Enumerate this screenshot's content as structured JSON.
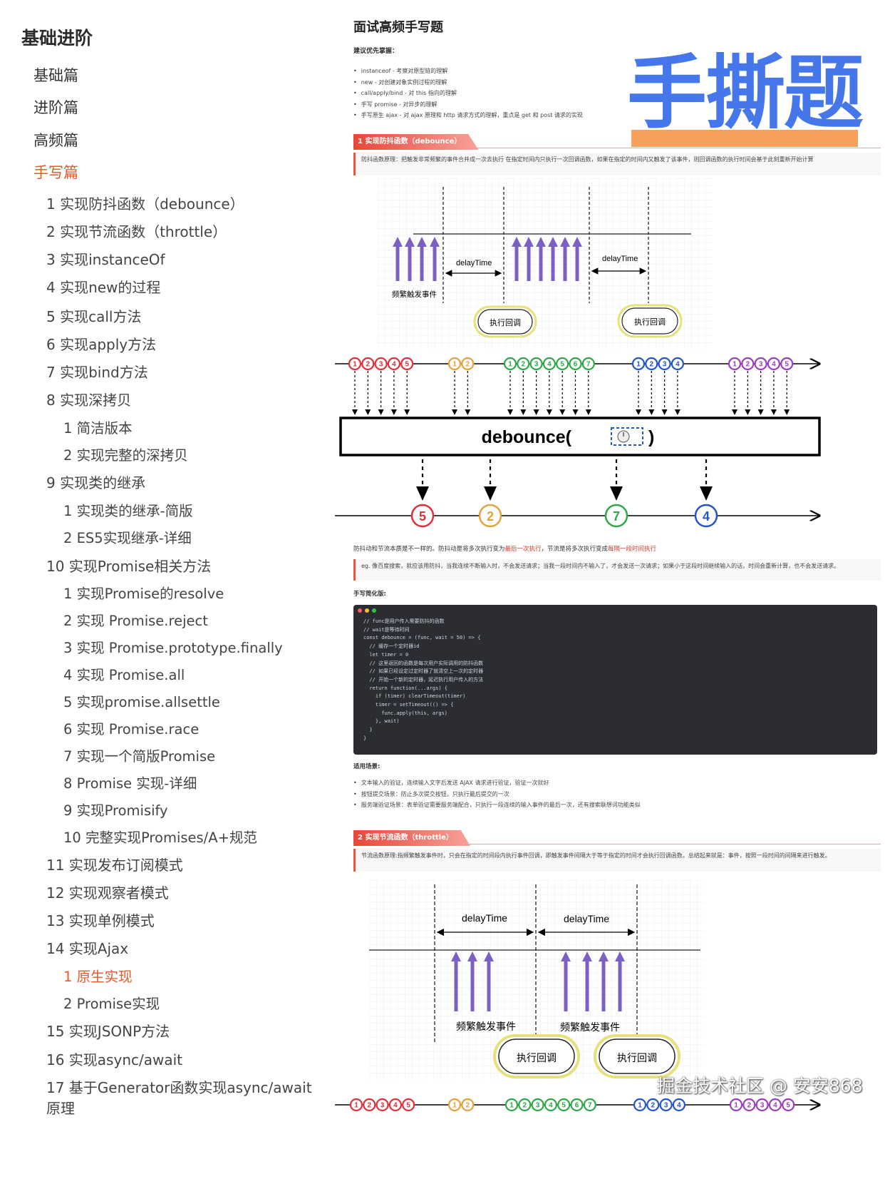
{
  "sidebar": {
    "title": "基础进阶",
    "sections": [
      "基础篇",
      "进阶篇",
      "高频篇",
      "手写篇"
    ],
    "items": [
      {
        "level": 2,
        "label": "1 实现防抖函数（debounce）"
      },
      {
        "level": 2,
        "label": "2 实现节流函数（throttle）"
      },
      {
        "level": 2,
        "label": "3 实现instanceOf"
      },
      {
        "level": 2,
        "label": "4 实现new的过程"
      },
      {
        "level": 2,
        "label": "5 实现call方法"
      },
      {
        "level": 2,
        "label": "6 实现apply方法"
      },
      {
        "level": 2,
        "label": "7 实现bind方法"
      },
      {
        "level": 2,
        "label": "8 实现深拷贝"
      },
      {
        "level": 3,
        "label": "1 简洁版本"
      },
      {
        "level": 3,
        "label": "2 实现完整的深拷贝"
      },
      {
        "level": 2,
        "label": "9 实现类的继承"
      },
      {
        "level": 3,
        "label": "1 实现类的继承-简版"
      },
      {
        "level": 3,
        "label": "2 ES5实现继承-详细"
      },
      {
        "level": 2,
        "label": "10 实现Promise相关方法"
      },
      {
        "level": 3,
        "label": "1 实现Promise的resolve"
      },
      {
        "level": 3,
        "label": "2 实现 Promise.reject"
      },
      {
        "level": 3,
        "label": "3 实现 Promise.prototype.finally"
      },
      {
        "level": 3,
        "label": "4 实现 Promise.all"
      },
      {
        "level": 3,
        "label": "5 实现promise.allsettle"
      },
      {
        "level": 3,
        "label": "6 实现 Promise.race"
      },
      {
        "level": 3,
        "label": "7 实现一个简版Promise"
      },
      {
        "level": 3,
        "label": "8 Promise 实现-详细"
      },
      {
        "level": 3,
        "label": "9 实现Promisify"
      },
      {
        "level": 3,
        "label": "10 完整实现Promises/A+规范"
      },
      {
        "level": 2,
        "label": "11 实现发布订阅模式"
      },
      {
        "level": 2,
        "label": "12 实现观察者模式"
      },
      {
        "level": 2,
        "label": "13 实现单例模式"
      },
      {
        "level": 2,
        "label": "14 实现Ajax"
      },
      {
        "level": 3,
        "label": "1 原生实现"
      },
      {
        "level": 3,
        "label": "2 Promise实现"
      },
      {
        "level": 2,
        "label": "15 实现JSONP方法"
      },
      {
        "level": 2,
        "label": "16 实现async/await"
      },
      {
        "level": 2,
        "label": "17 基于Generator函数实现async/await"
      },
      {
        "level": 2,
        "label": "原理"
      }
    ]
  },
  "main": {
    "title": "面试高频手写题",
    "tips_heading": "建议优先掌握：",
    "tips": [
      "instanceof - 考察对原型链的理解",
      "new - 对创建对象实例过程的理解",
      "call/apply/bind - 对 this 指向的理解",
      "手写 promise - 对异步的理解",
      "手写原生 ajax - 对 ajax 原理和 http 请求方式的理解，重点是 get 和 post 请求的实现"
    ],
    "banner": "手撕题",
    "section1": "1 实现防抖函数（debounce）",
    "section1_quote": "防抖函数原理：把触发非常频繁的事件合并成一次去执行 在指定时间内只执行一次回调函数，如果在指定的时间内又触发了该事件，则回调函数的执行时间会基于此刻重新开始计算",
    "diagram1": {
      "delay_label": "delayTime",
      "event_label": "频繁触发事件",
      "callback_label": "执行回调"
    },
    "marble": {
      "operator": "debounce(",
      "operator_close": ")",
      "groups": [
        [
          "1",
          "2",
          "3",
          "4",
          "5"
        ],
        [
          "1",
          "2"
        ],
        [
          "1",
          "2",
          "3",
          "4",
          "5",
          "6",
          "7"
        ],
        [
          "1",
          "2",
          "3",
          "4"
        ],
        [
          "1",
          "2",
          "3",
          "4",
          "5"
        ]
      ],
      "outputs": [
        "5",
        "2",
        "7",
        "4"
      ]
    },
    "compare_text_a": "防抖动和节流本质是不一样的。防抖动是将多次执行变为",
    "compare_text_b": "最后一次执行",
    "compare_text_c": "，节流是将多次执行变成",
    "compare_text_d": "每隔一段时间执行",
    "eg_quote": "eg. 像百度搜索，就应该用防抖，当我连续不断输入时，不会发送请求；当我一段时间内不输入了，才会发送一次请求；如果小于这段时间继续输入的话，时间会重新计算，也不会发送请求。",
    "code_heading": "手写简化版:",
    "code": [
      "// func是用户传入需要防抖的函数",
      "// wait是等待时间",
      "const debounce = (func, wait = 50) => {",
      "  // 缓存一个定时器id",
      "  let timer = 0",
      "  // 这里返回的函数是每次用户实际调用的防抖函数",
      "  // 如果已经设定过定时器了就清空上一次的定时器",
      "  // 开始一个新的定时器，延迟执行用户传入的方法",
      "  return function(...args) {",
      "    if (timer) clearTimeout(timer)",
      "    timer = setTimeout(() => {",
      "      func.apply(this, args)",
      "    }, wait)",
      "  }",
      "}"
    ],
    "usage_heading": "适用场景:",
    "usage": [
      "文本输入的验证，连续输入文字后发送 AJAX 请求进行验证，验证一次就好",
      "按钮提交场景：防止多次提交按钮，只执行最后提交的一次",
      "服务端验证场景：表单验证需要服务端配合，只执行一段连续的输入事件的最后一次，还有搜索联想词功能类似"
    ],
    "section2": "2 实现节流函数（throttle）",
    "section2_quote": "节流函数原理:指频繁触发事件时，只会在指定的时间段内执行事件回调，即触发事件间隔大于等于指定的时间才会执行回调函数。总结起来就是：事件，按照一段时间的间隔来进行触发。",
    "diagram2": {
      "delay_label": "delayTime",
      "event_label": "频繁触发事件",
      "callback_label": "执行回调"
    }
  },
  "watermark": "掘金技术社区 @ 安安868",
  "colors": {
    "accent": "#e8572a",
    "banner": "#4677ea",
    "banner_bar": "#f5a05c",
    "arrow": "#7b5fc4"
  }
}
